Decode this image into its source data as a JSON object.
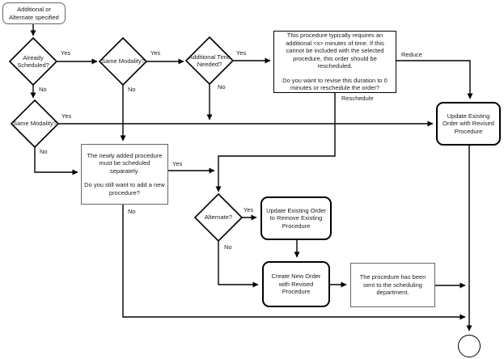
{
  "diagram": {
    "nodes": {
      "start": {
        "label": "Additional or Alternate specified"
      },
      "already_scheduled": {
        "label": "Already Scheduled?"
      },
      "same_modality_top": {
        "label": "Same Modality?"
      },
      "additional_time_needed": {
        "label": "Additional Time Needed?"
      },
      "duration_prompt": {
        "paragraph1": "This procedure typically requires an additional <x> minutes of time. If this cannot be included with the selected procedure, this order should be rescheduled.",
        "paragraph2": "Do you want to revise this duration to 0 minutes or reschedule the order?"
      },
      "update_existing_revised": {
        "label": "Update Existing Order with Revised Procedure"
      },
      "same_modality_left": {
        "label": "Same Modality?"
      },
      "schedule_separately_prompt": {
        "paragraph1": "The newly added procedure must be scheduled separately.",
        "paragraph2": "Do you still want to add a new procedure?"
      },
      "alternate": {
        "label": "Alternate?"
      },
      "update_remove_existing": {
        "label": "Update Existing Order to Remove Existing Procedure"
      },
      "create_new_order": {
        "label": "Create New Order with Revised Procedure"
      },
      "sent_to_scheduling": {
        "label": "The procedure has been sent to the scheduling department."
      }
    },
    "edge_labels": {
      "yes": "Yes",
      "no": "No",
      "reduce": "Reduce",
      "reschedule": "Reschedule"
    },
    "colors": {
      "line": "#000000",
      "strong_border": "#000000",
      "soft_border": "#666666",
      "fill": "#ffffff",
      "text": "#1a1a1a"
    }
  }
}
